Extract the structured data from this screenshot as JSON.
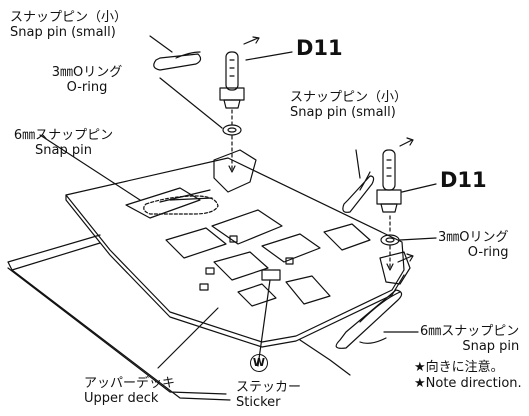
{
  "labels": {
    "snap_pin_small_top": {
      "jp": "スナップピン（小）",
      "en": "Snap pin (small)"
    },
    "oring_top": {
      "jp": "3㎜Oリング",
      "en": "O-ring"
    },
    "snap_pin_6mm_left": {
      "jp": "6㎜スナップピン",
      "en": "Snap pin"
    },
    "snap_pin_small_right": {
      "jp": "スナップピン（小）",
      "en": "Snap pin (small)"
    },
    "oring_right": {
      "jp": "3㎜Oリング",
      "en": "O-ring"
    },
    "snap_pin_6mm_right": {
      "jp": "6㎜スナップピン",
      "en": "Snap pin"
    },
    "upper_deck": {
      "jp": "アッパーデッキ",
      "en": "Upper deck"
    },
    "sticker": {
      "jp": "ステッカー",
      "en": "Sticker"
    }
  },
  "parts": {
    "d11_top": "D11",
    "d11_right": "D11",
    "sticker_code": "W"
  },
  "notes": {
    "jp": "★向きに注意。",
    "en": "★Note direction."
  },
  "colors": {
    "line": "#111111",
    "background": "#ffffff"
  }
}
